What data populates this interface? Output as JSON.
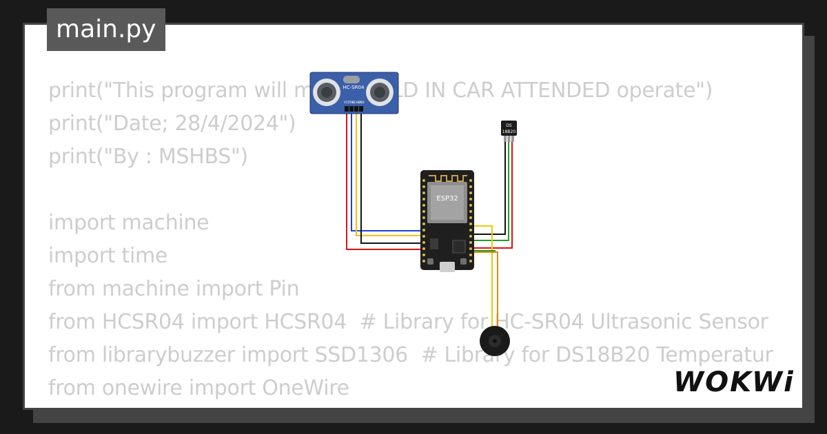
{
  "tab": {
    "filename": "main.py"
  },
  "code_lines": [
    "print(\"This program will make CHILD IN CAR ATTENDED operate\")",
    "print(\"Date; 28/4/2024\")",
    "print(\"By : MSHBS\")",
    "",
    "import machine",
    "import time",
    "from machine import Pin",
    "from HCSR04 import HCSR04  # Library for HC-SR04 Ultrasonic Sensor",
    "from librarybuzzer import SSD1306  # Library for DS18B20 Temperatur",
    "from onewire import OneWire"
  ],
  "components": {
    "ultrasonic": {
      "label": "HC-SR04",
      "pins": [
        "VCC",
        "TRIG",
        "ECHO",
        "GND"
      ]
    },
    "temp_sensor": {
      "label_line1": "DS",
      "label_line2": "18B20"
    },
    "mcu": {
      "label": "ESP32"
    },
    "buzzer": {}
  },
  "logo": {
    "text": "WOKWi"
  },
  "colors": {
    "background": "#1a1a1a",
    "card": "#ffffff",
    "tab": "#595959",
    "code_text": "#cdcdcd",
    "wire_red": "#e01010",
    "wire_yellow": "#f5c400",
    "wire_blue": "#1f3fd6",
    "wire_black": "#111111",
    "wire_green": "#1e9e2a",
    "wire_orange": "#e08a00",
    "sensor_blue": "#3b5fa8"
  }
}
